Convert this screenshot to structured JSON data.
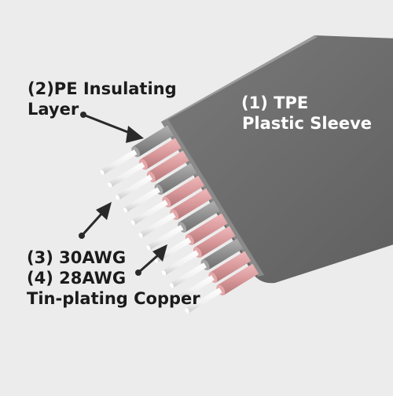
{
  "labels": {
    "pe": {
      "lines": [
        "(2)PE Insulating",
        "Layer"
      ]
    },
    "tpe": {
      "lines": [
        "(1) TPE",
        "Plastic Sleeve"
      ]
    },
    "copper": {
      "lines": [
        "(3) 30AWG",
        "(4) 28AWG",
        "Tin-plating Copper"
      ]
    }
  },
  "colors": {
    "background": "#ececec",
    "sleeve": "#6b6b6b",
    "pink_insulation": "#cf8f91",
    "gray_insulation": "#8f8f8f",
    "conductor": "#f7f7f7",
    "arrow": "#2a2a2a"
  },
  "wires": {
    "sequence": [
      "gray",
      "pink",
      "pink",
      "gray",
      "pink",
      "pink",
      "gray",
      "pink",
      "pink",
      "gray",
      "pink",
      "pink"
    ]
  }
}
